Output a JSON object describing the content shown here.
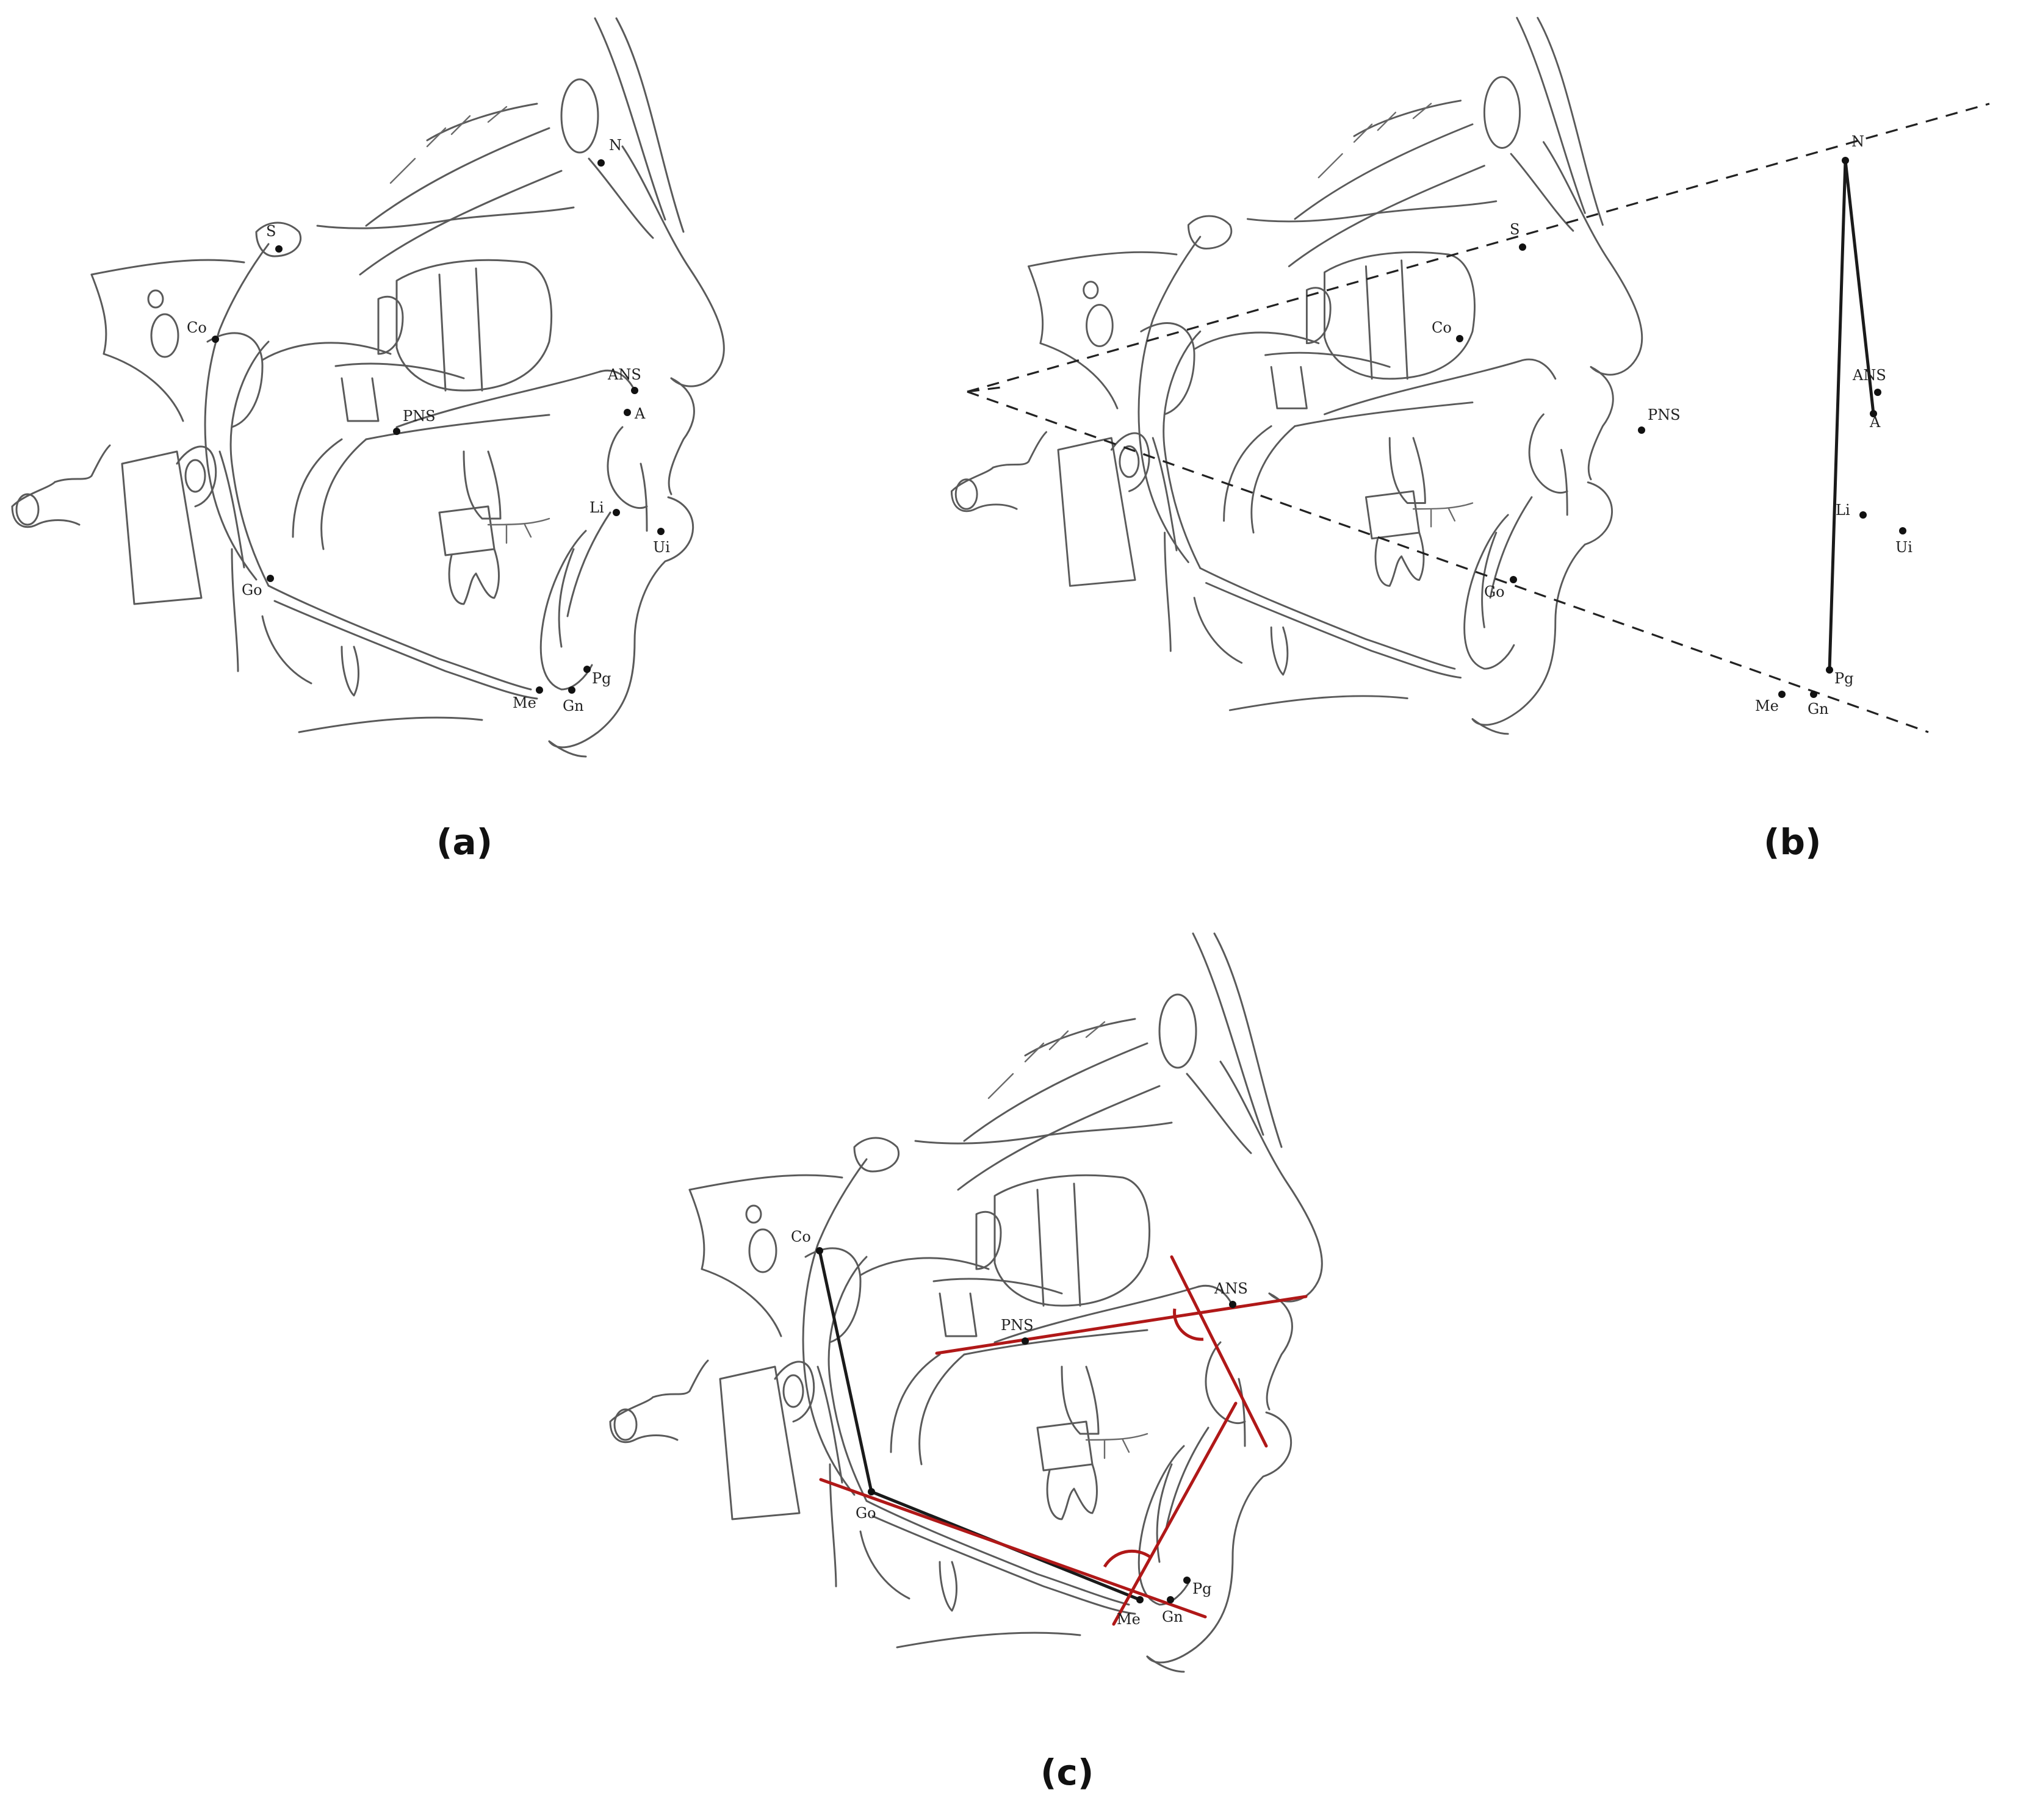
{
  "panels": [
    {
      "id": "a",
      "label": "(a)"
    },
    {
      "id": "b",
      "label": "(b)"
    },
    {
      "id": "c",
      "label": "(c)"
    }
  ],
  "landmarks": {
    "S": "S",
    "N": "N",
    "Co": "Co",
    "ANS": "ANS",
    "A": "A",
    "PNS": "PNS",
    "Li": "Li",
    "Ui": "Ui",
    "Go": "Go",
    "Me": "Me",
    "Gn": "Gn",
    "Pg": "Pg"
  },
  "colors": {
    "tracing": "#5a5a5a",
    "reference_lines": "#1a1a1a",
    "angle_lines": "#b01818"
  }
}
